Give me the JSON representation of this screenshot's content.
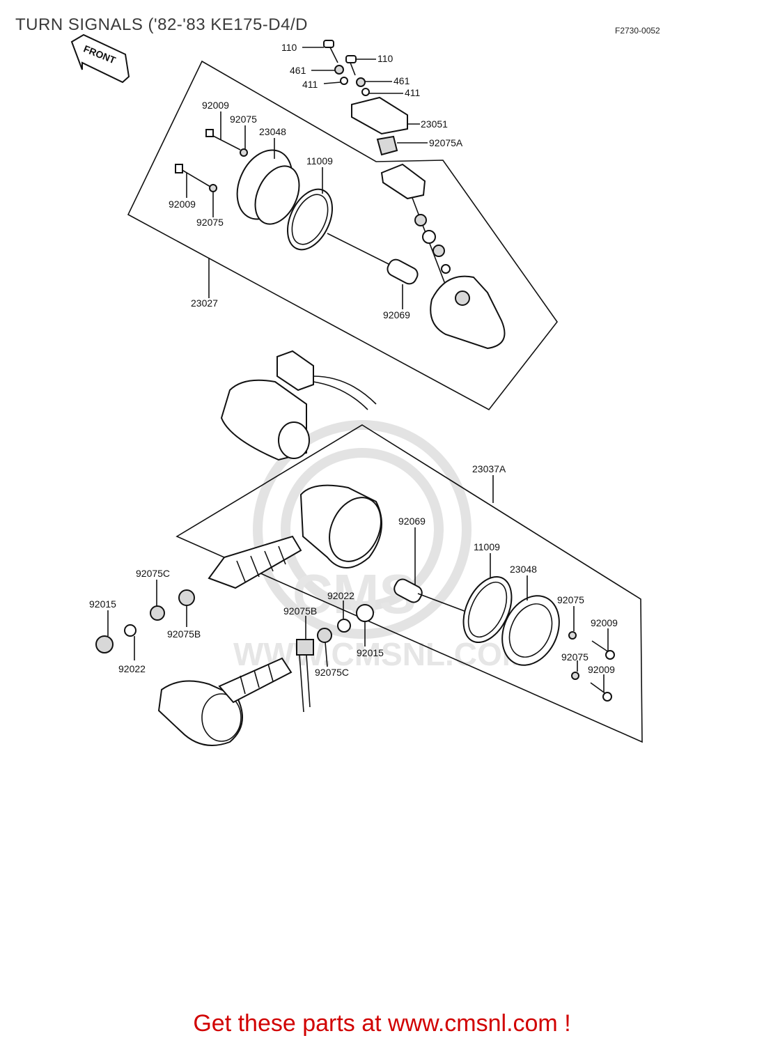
{
  "title": "TURN SIGNALS ('82-'83 KE175-D4/D",
  "figure_code": "F2730-0052",
  "front_arrow_label": "FRONT",
  "watermark": {
    "line1": "CMS",
    "line2": "WWW.CMSNL.COM"
  },
  "footer": "Get these parts at www.cmsnl.com !",
  "callouts": {
    "c110a": "110",
    "c110b": "110",
    "c461a": "461",
    "c461b": "461",
    "c411a": "411",
    "c411b": "411",
    "c23051": "23051",
    "c92075A": "92075A",
    "c92009a": "92009",
    "c92075a": "92075",
    "c23048a": "23048",
    "c11009a": "11009",
    "c92009b": "92009",
    "c92075b": "92075",
    "c23027": "23027",
    "c92069a": "92069",
    "c23037A": "23037A",
    "c92069b": "92069",
    "c11009b": "11009",
    "c23048b": "23048",
    "c92075C_a": "92075C",
    "c92015a": "92015",
    "c92022a": "92022",
    "c92075B_a": "92075B",
    "c92022b": "92022",
    "c92075B_b": "92075B",
    "c92015b": "92015",
    "c92075C_b": "92075C",
    "c92075c": "92075",
    "c92009c": "92009",
    "c92075d": "92075",
    "c92009d": "92009"
  }
}
